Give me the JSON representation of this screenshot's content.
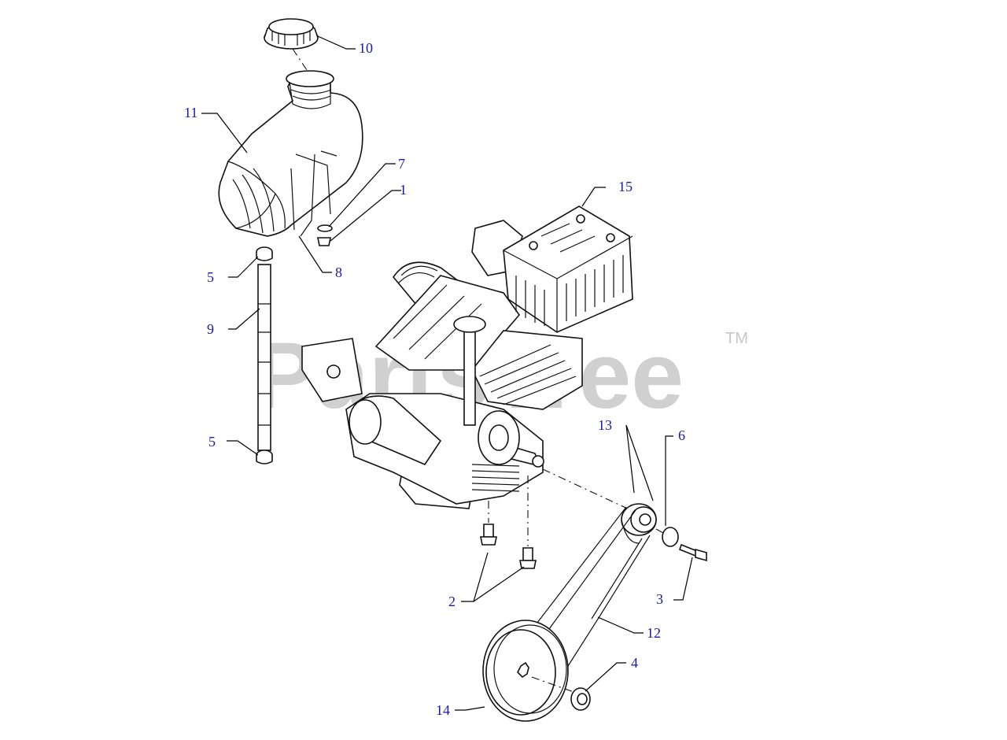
{
  "watermark": {
    "text": "PartsTree",
    "trademark": "TM"
  },
  "callouts": {
    "c1": "1",
    "c2": "2",
    "c3": "3",
    "c4": "4",
    "c5a": "5",
    "c5b": "5",
    "c6": "6",
    "c7": "7",
    "c8": "8",
    "c9": "9",
    "c10": "10",
    "c11": "11",
    "c12": "12",
    "c13": "13",
    "c14": "14",
    "c15": "15"
  },
  "colors": {
    "callout": "#1a1aa8",
    "line": "#111111",
    "watermark": "#d0d0d0"
  }
}
